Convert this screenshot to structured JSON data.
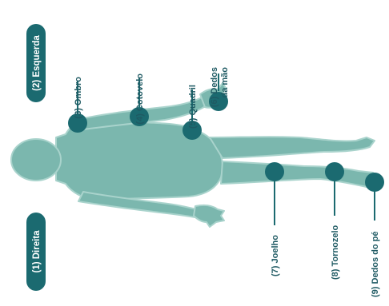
{
  "colors": {
    "body_fill": "#7bb7ae",
    "body_stroke": "#a9d3cc",
    "marker": "#1b6a70",
    "pill": "#1b6a70",
    "label_text": "#1f5a63",
    "pill_text": "#ffffff"
  },
  "sides": {
    "right": "(1) Direita",
    "left": "(2) Esquerda"
  },
  "points": [
    {
      "id": "ombro",
      "label": "(3) Ombro"
    },
    {
      "id": "cotovelo",
      "label": "(4) Cotovelo"
    },
    {
      "id": "quadril",
      "label": "(5) Quadril"
    },
    {
      "id": "dedos-mao",
      "label_line1": "(6) Dedos",
      "label_line2": "da mão"
    },
    {
      "id": "joelho",
      "label": "(7) Joelho"
    },
    {
      "id": "tornozelo",
      "label": "(8) Tornozelo"
    },
    {
      "id": "dedos-pe",
      "label": "(9) Dedos do pé"
    }
  ]
}
